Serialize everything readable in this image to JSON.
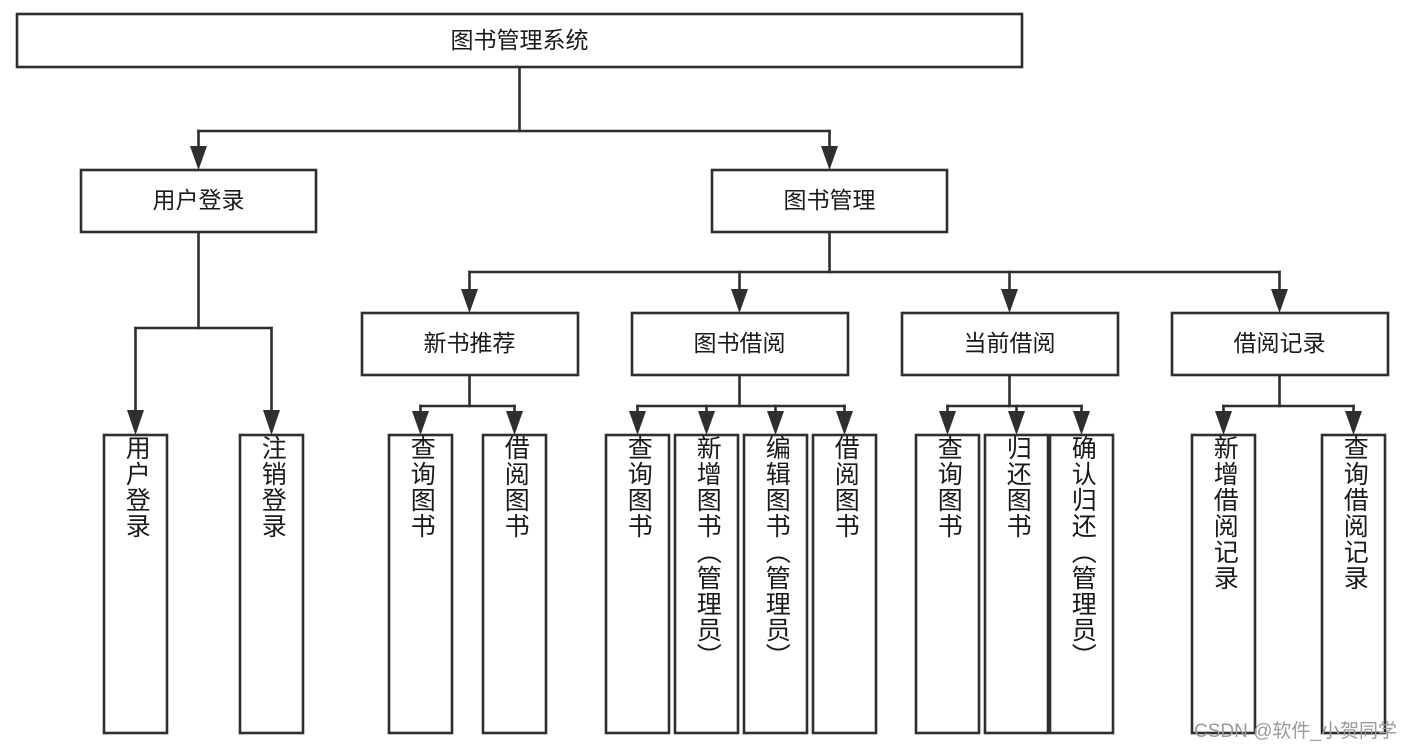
{
  "diagram": {
    "type": "tree-hierarchy",
    "title": "图书管理系统",
    "watermark": "CSDN @软件_小贺同学",
    "colors": {
      "stroke": "#2f2f2f",
      "fill": "#ffffff",
      "text": "#1a1a1a",
      "watermark": "#9a9a9a",
      "background": "#ffffff"
    },
    "levels": {
      "root": {
        "label": "图书管理系统"
      },
      "level2": [
        {
          "label": "用户登录"
        },
        {
          "label": "图书管理"
        }
      ],
      "level3": [
        {
          "label": "新书推荐"
        },
        {
          "label": "图书借阅"
        },
        {
          "label": "当前借阅"
        },
        {
          "label": "借阅记录"
        }
      ],
      "leaves": [
        {
          "label": "用户登录",
          "parent": "用户登录"
        },
        {
          "label": "注销登录",
          "parent": "用户登录"
        },
        {
          "label": "查询图书",
          "parent": "新书推荐"
        },
        {
          "label": "借阅图书",
          "parent": "新书推荐"
        },
        {
          "label": "查询图书",
          "parent": "图书借阅"
        },
        {
          "label": "新增图书（管理员）",
          "parent": "图书借阅"
        },
        {
          "label": "编辑图书（管理员）",
          "parent": "图书借阅"
        },
        {
          "label": "借阅图书",
          "parent": "图书借阅"
        },
        {
          "label": "查询图书",
          "parent": "当前借阅"
        },
        {
          "label": "归还图书",
          "parent": "当前借阅"
        },
        {
          "label": "确认归还（管理员）",
          "parent": "当前借阅"
        },
        {
          "label": "新增借阅记录",
          "parent": "借阅记录"
        },
        {
          "label": "查询借阅记录",
          "parent": "借阅记录"
        }
      ]
    }
  }
}
